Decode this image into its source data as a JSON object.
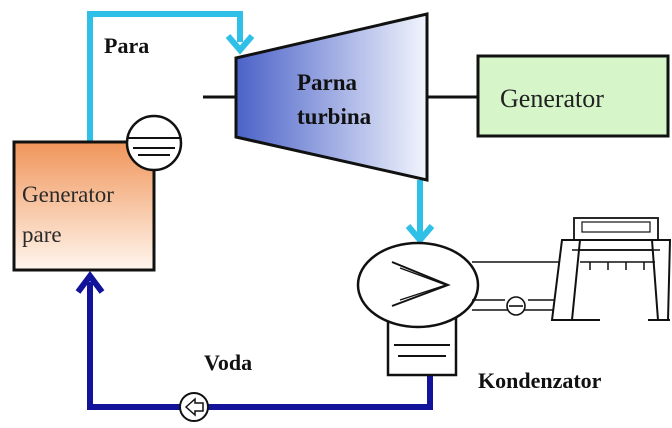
{
  "labels": {
    "steam": "Para",
    "turbine_line1": "Parna",
    "turbine_line2": "turbina",
    "generator": "Generator",
    "steam_generator_line1": "Generator",
    "steam_generator_line2": "pare",
    "water": "Voda",
    "condenser": "Kondenzator"
  },
  "colors": {
    "steam_pipe": "#2fc0e8",
    "water_pipe": "#12129a",
    "generator_fill": "#d6f5c8",
    "boiler_top": "#f0955a",
    "boiler_bottom": "#fff6ee",
    "turbine_light": "#e6ecfb",
    "turbine_dark": "#4b62c8",
    "outline": "#111111"
  }
}
